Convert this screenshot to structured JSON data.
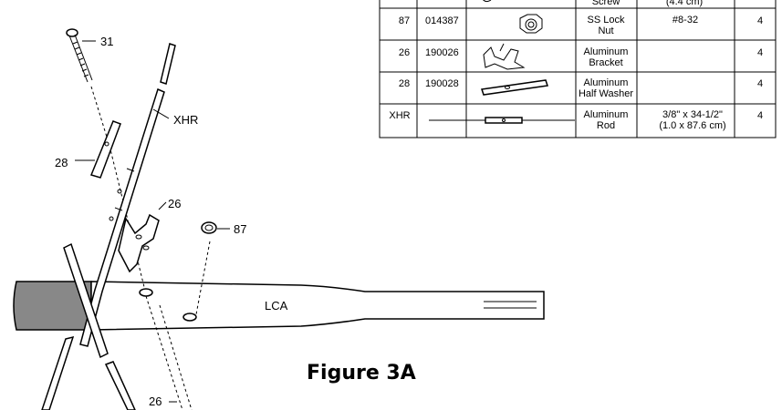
{
  "diagram": {
    "callouts": {
      "bolt": "31",
      "rod": "XHR",
      "half_washer": "28",
      "bracket_top": "26",
      "nut": "87",
      "arm": "LCA",
      "bracket_bottom": "26"
    },
    "figure_title": "Figure 3A"
  },
  "parts_table": {
    "rows": [
      {
        "key": "87",
        "part_no": "014387",
        "description": [
          "SS Lock",
          "Nut"
        ],
        "size": [
          "#8-32"
        ],
        "qty": "4"
      },
      {
        "key": "26",
        "part_no": "190026",
        "description": [
          "Aluminum",
          "Bracket"
        ],
        "size": [],
        "qty": "4"
      },
      {
        "key": "28",
        "part_no": "190028",
        "description": [
          "Aluminum",
          "Half Washer"
        ],
        "size": [],
        "qty": "4"
      },
      {
        "key": "XHR",
        "part_no": "",
        "description": [
          "Aluminum",
          "Rod"
        ],
        "size": [
          "3/8\" x 34-1/2\"",
          "(1.0 x 87.6 cm)"
        ],
        "qty": "4"
      }
    ],
    "partial_top": {
      "description": "Screw",
      "size": "(4.4 cm)"
    }
  }
}
